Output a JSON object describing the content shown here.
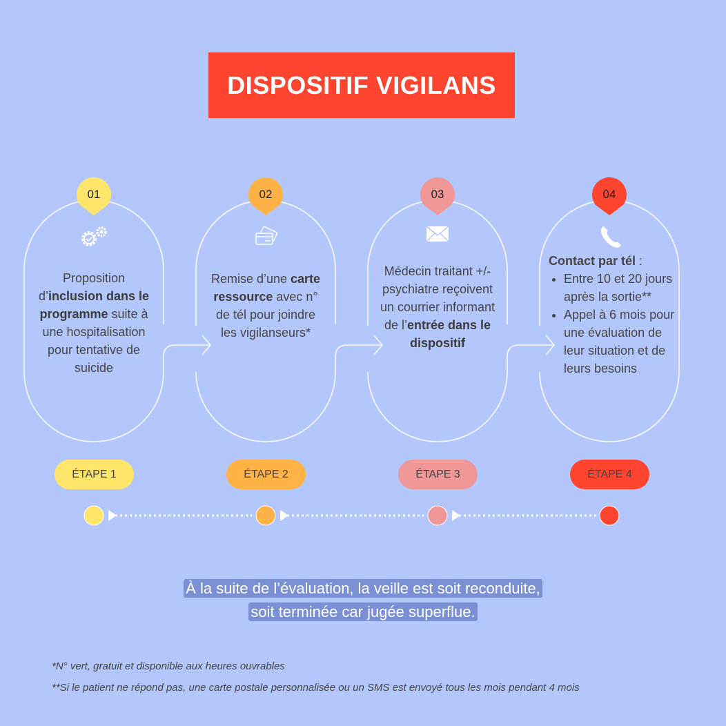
{
  "title": "DISPOSITIF VIGILANS",
  "colors": {
    "background": "#b4c7fc",
    "title": "#ff4430",
    "step1": "#ffe66b",
    "step2": "#ffb347",
    "step3": "#f09898",
    "step4": "#ff4430"
  },
  "steps": [
    {
      "number": "01",
      "icon": "gears-icon",
      "badge": "ÉTAPE 1",
      "text_a": "Proposition d’",
      "text_b": "inclusion dans le programme",
      "text_c": " suite à une hospitalisation pour tentative de suicide"
    },
    {
      "number": "02",
      "icon": "credit-card-icon",
      "badge": "ÉTAPE 2",
      "text_a": "Remise d’une ",
      "text_b": "carte ressource",
      "text_c": " avec n° de tél pour joindre les vigilanseurs*"
    },
    {
      "number": "03",
      "icon": "envelope-icon",
      "badge": "ÉTAPE 3",
      "text_a": "Médecin traitant +/- psychiatre reçoivent un courrier informant de l’",
      "text_b": "entrée dans le dispositif",
      "text_c": ""
    },
    {
      "number": "04",
      "icon": "phone-icon",
      "badge": "ÉTAPE 4",
      "heading": "Contact par tél",
      "heading_suffix": " :",
      "bullets": [
        "Entre 10 et 20 jours après la sortie**",
        "Appel à 6 mois pour une évaluation de leur situation et de leurs besoins"
      ]
    }
  ],
  "caption": {
    "line1": "À la suite de l’évaluation, la veille est soit reconduite,",
    "line2": "soit terminée car jugée superflue."
  },
  "footnotes": [
    "*N° vert, gratuit et disponible aux heures ouvrables",
    "**Si le patient ne répond pas, une carte postale personnalisée ou un SMS est envoyé tous les mois pendant 4 mois"
  ]
}
